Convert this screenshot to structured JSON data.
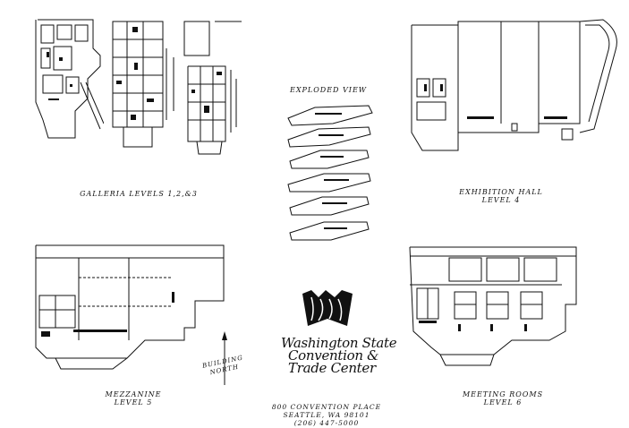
{
  "sheet": {
    "exploded_view_label": "EXPLODED VIEW",
    "galleria_label": "GALLERIA   LEVELS 1,2,&3",
    "exhibition_label": [
      "EXHIBITION HALL",
      "LEVEL 4"
    ],
    "mezzanine_label": [
      "MEZZANINE",
      "LEVEL 5"
    ],
    "meeting_label": [
      "MEETING ROOMS",
      "LEVEL 6"
    ],
    "north_label": [
      "BUILDING",
      "NORTH"
    ]
  },
  "brand": {
    "name_lines": [
      "Washington State",
      "Convention &",
      "Trade Center"
    ],
    "address_lines": [
      "800 CONVENTION PLACE",
      "SEATTLE, WA 98101",
      "(206) 447-5000"
    ],
    "logo_color": "#111111"
  }
}
